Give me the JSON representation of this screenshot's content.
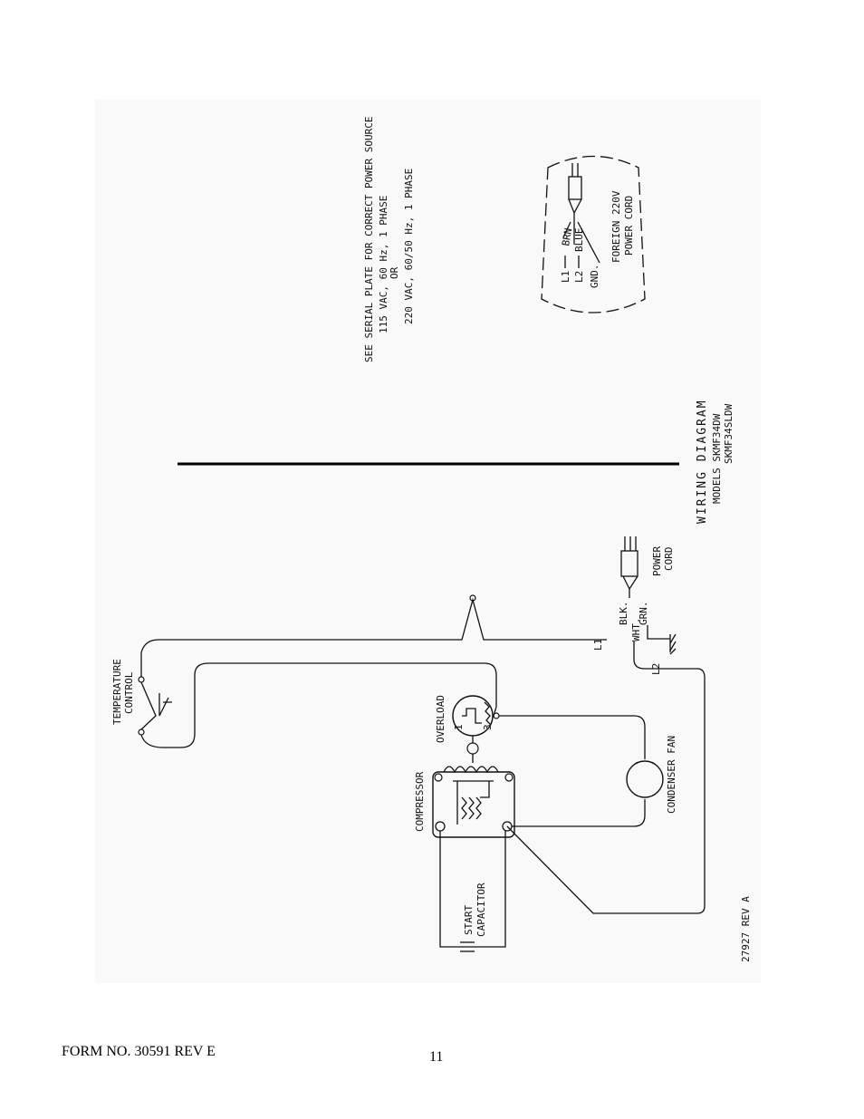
{
  "diagram": {
    "title": "WIRING DIAGRAM",
    "models_line1": "MODELS SKMF34DW",
    "models_line2": "SKMF34SLDW",
    "serial_note": {
      "line1": "SEE SERIAL PLATE FOR CORRECT POWER SOURCE",
      "line2": "115 VAC, 60 Hz, 1 PHASE",
      "line3": "OR",
      "line4": "220 VAC, 60/50 Hz, 1 PHASE"
    },
    "foreign_cord": {
      "l1": "L1",
      "l2": "L2",
      "gnd": "GND.",
      "brn": "BRN",
      "blue": "BLUE",
      "label1": "FOREIGN 220V",
      "label2": "POWER CORD"
    },
    "labels": {
      "temperature": "TEMPERATURE",
      "control": "CONTROL",
      "overload": "OVERLOAD",
      "compressor": "COMPRESSOR",
      "start": "START",
      "capacitor": "CAPACITOR",
      "condenser_fan": "CONDENSER FAN",
      "power": "POWER",
      "cord": "CORD",
      "blk": "BLK.",
      "wht": "WHT.",
      "grn": "GRN.",
      "l1": "L1",
      "l2": "L2",
      "ol1": "1",
      "ol3": "3",
      "doc_no": "27927   REV A"
    }
  },
  "footer": {
    "form_no": "FORM NO. 30591  REV E",
    "page_number": "11"
  }
}
